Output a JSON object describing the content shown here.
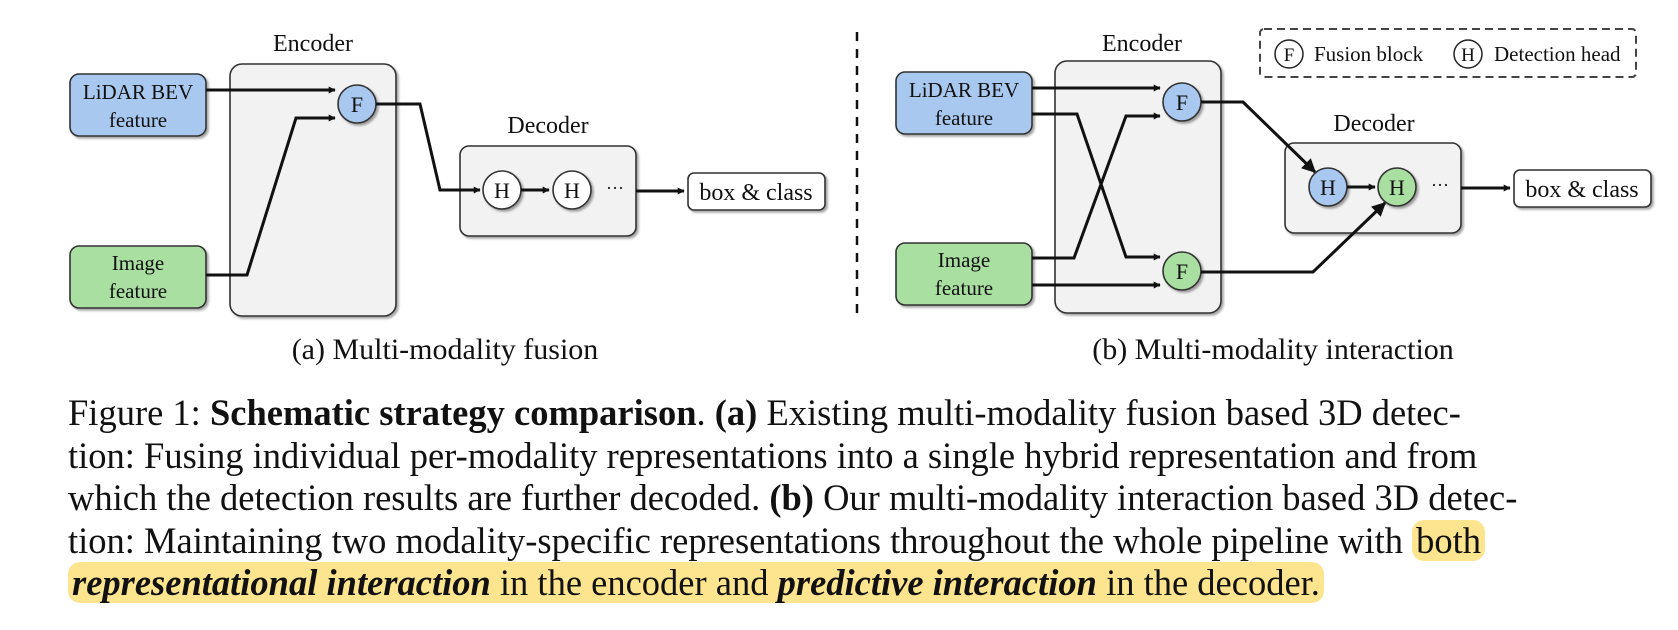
{
  "figure": {
    "panel_a": {
      "encoder_label": "Encoder",
      "decoder_label": "Decoder",
      "lidar_label": [
        "LiDAR BEV",
        "feature"
      ],
      "image_label": [
        "Image",
        "feature"
      ],
      "fusion_symbol": "F",
      "head_symbol": "H",
      "ellipsis": "···",
      "output_label": "box & class",
      "subcaption": "(a) Multi-modality fusion"
    },
    "panel_b": {
      "encoder_label": "Encoder",
      "decoder_label": "Decoder",
      "lidar_label": [
        "LiDAR BEV",
        "feature"
      ],
      "image_label": [
        "Image",
        "feature"
      ],
      "fusion_symbol": "F",
      "head_symbol": "H",
      "ellipsis": "···",
      "output_label": "box & class",
      "subcaption": "(b) Multi-modality interaction"
    },
    "legend": {
      "fusion_symbol": "F",
      "fusion_label": "Fusion block",
      "head_symbol": "H",
      "head_label": "Detection head"
    },
    "colors": {
      "lidar": "#a8c8f0",
      "image": "#a9dfa0",
      "block_bg": "#f2f2f2",
      "highlight": "#fde58f"
    }
  },
  "caption": {
    "fig_label": "Figure 1:",
    "title": "Schematic strategy comparison",
    "title_end": ".",
    "a_marker": "(a)",
    "a_text_1": " Existing multi-modality fusion based 3D detec-",
    "a_text_2": "tion: Fusing individual per-modality representations into a single hybrid representation and from",
    "a_text_3": "which the detection results are further decoded. ",
    "b_marker": "(b)",
    "b_text_1": " Our multi-modality interaction based 3D detec-",
    "b_text_2": "tion: Maintaining two modality-specific representations throughout the whole pipeline with ",
    "hl_1": "both",
    "hl_2_bold": "representational interaction",
    "hl_2_mid": " in the encoder and ",
    "hl_2_bold2": "predictive interaction",
    "hl_2_end": " in the decoder."
  }
}
